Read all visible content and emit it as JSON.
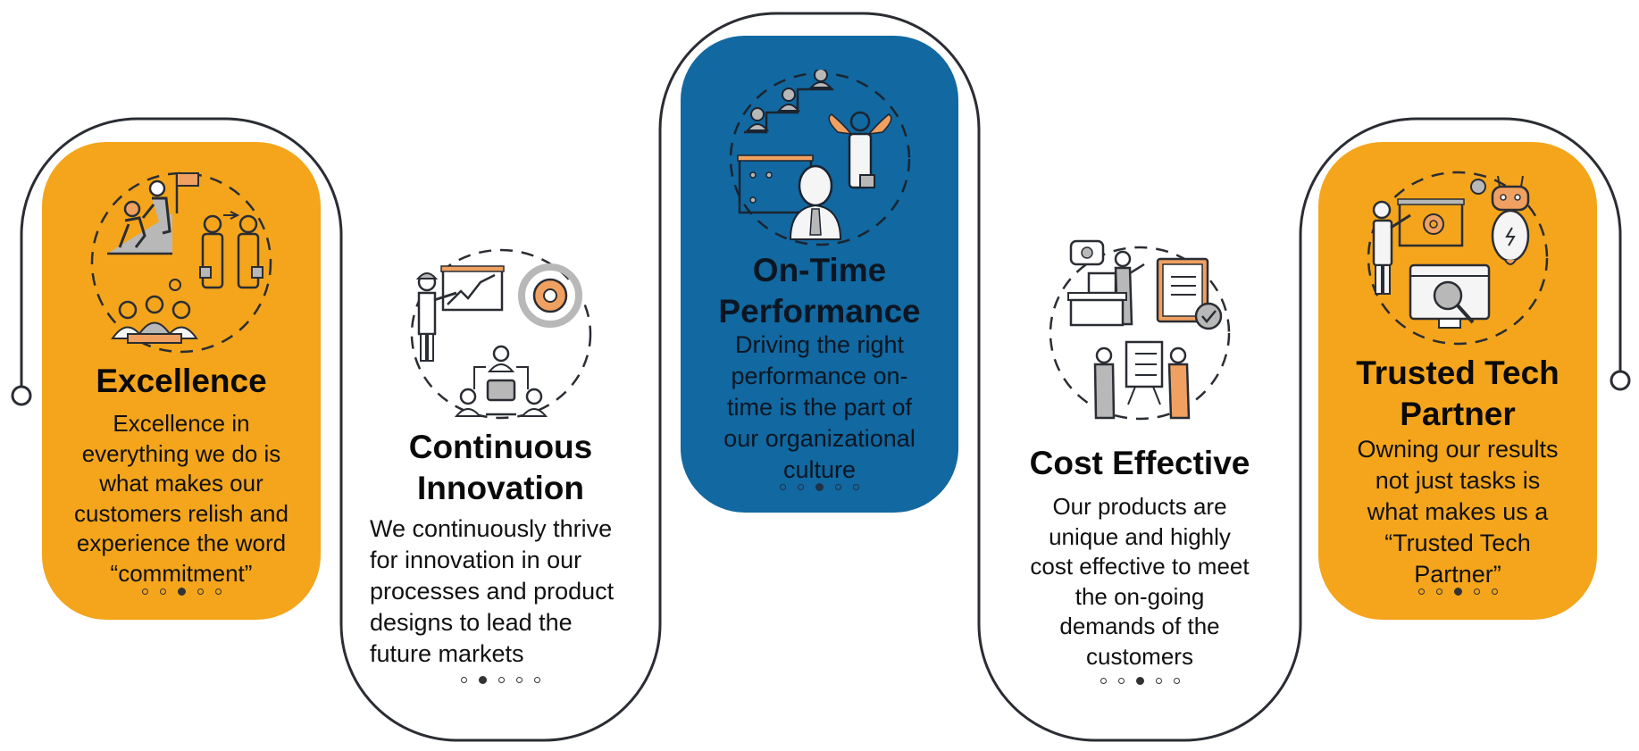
{
  "colors": {
    "orange": "#F4A51C",
    "blue": "#1268A0",
    "frame_stroke": "#2A2D33",
    "accent_icon": "#F0A060",
    "icon_gray": "#B8B8B8"
  },
  "pillars": [
    {
      "title": "Excellence",
      "description": "Excellence in everything we do is what makes our customers relish and experience the word “commitment”",
      "description_lines": [
        "Excellence in",
        "everything we do is",
        "what makes our",
        "customers relish and",
        "experience the word",
        "“commitment”"
      ],
      "style": "orange",
      "icon": "teamwork-climb-icon",
      "dots": {
        "count": 5,
        "active_index": 2
      }
    },
    {
      "title": "Continuous Innovation",
      "title_lines": [
        "Continuous",
        "Innovation"
      ],
      "description": "We continuously thrive for innovation in our processes and product designs to lead the future markets",
      "description_lines": [
        "We continuously thrive",
        "for innovation in our",
        "processes and product",
        "designs to lead the",
        "future markets"
      ],
      "style": "plain",
      "icon": "innovation-gear-icon",
      "dots": {
        "count": 5,
        "active_index": 1
      }
    },
    {
      "title": "On-Time Performance",
      "title_lines": [
        "On-Time",
        "Performance"
      ],
      "description": "Driving the right performance on-time is the part of our organizational culture",
      "description_lines": [
        "Driving the right",
        "performance on-",
        "time is the part of",
        "our organizational",
        "culture"
      ],
      "style": "blue",
      "icon": "performance-stairs-icon",
      "dots": {
        "count": 5,
        "active_index": 2
      }
    },
    {
      "title": "Cost Effective",
      "description": "Our products are unique and highly cost effective to meet the on-going demands of the customers",
      "description_lines": [
        "Our products are",
        "unique and highly",
        "cost effective to meet",
        "the on-going",
        "demands of the",
        "customers"
      ],
      "style": "plain",
      "icon": "cost-planning-icon",
      "dots": {
        "count": 5,
        "active_index": 2
      }
    },
    {
      "title": "Trusted Tech Partner",
      "title_lines": [
        "Trusted Tech",
        "Partner"
      ],
      "description": "Owning our results not just tasks is what makes us a “Trusted Tech Partner”",
      "description_lines": [
        "Owning our results",
        "not just tasks is",
        "what makes us a",
        "“Trusted Tech",
        "Partner”"
      ],
      "style": "orange",
      "icon": "tech-robot-icon",
      "dots": {
        "count": 5,
        "active_index": 2
      }
    }
  ]
}
